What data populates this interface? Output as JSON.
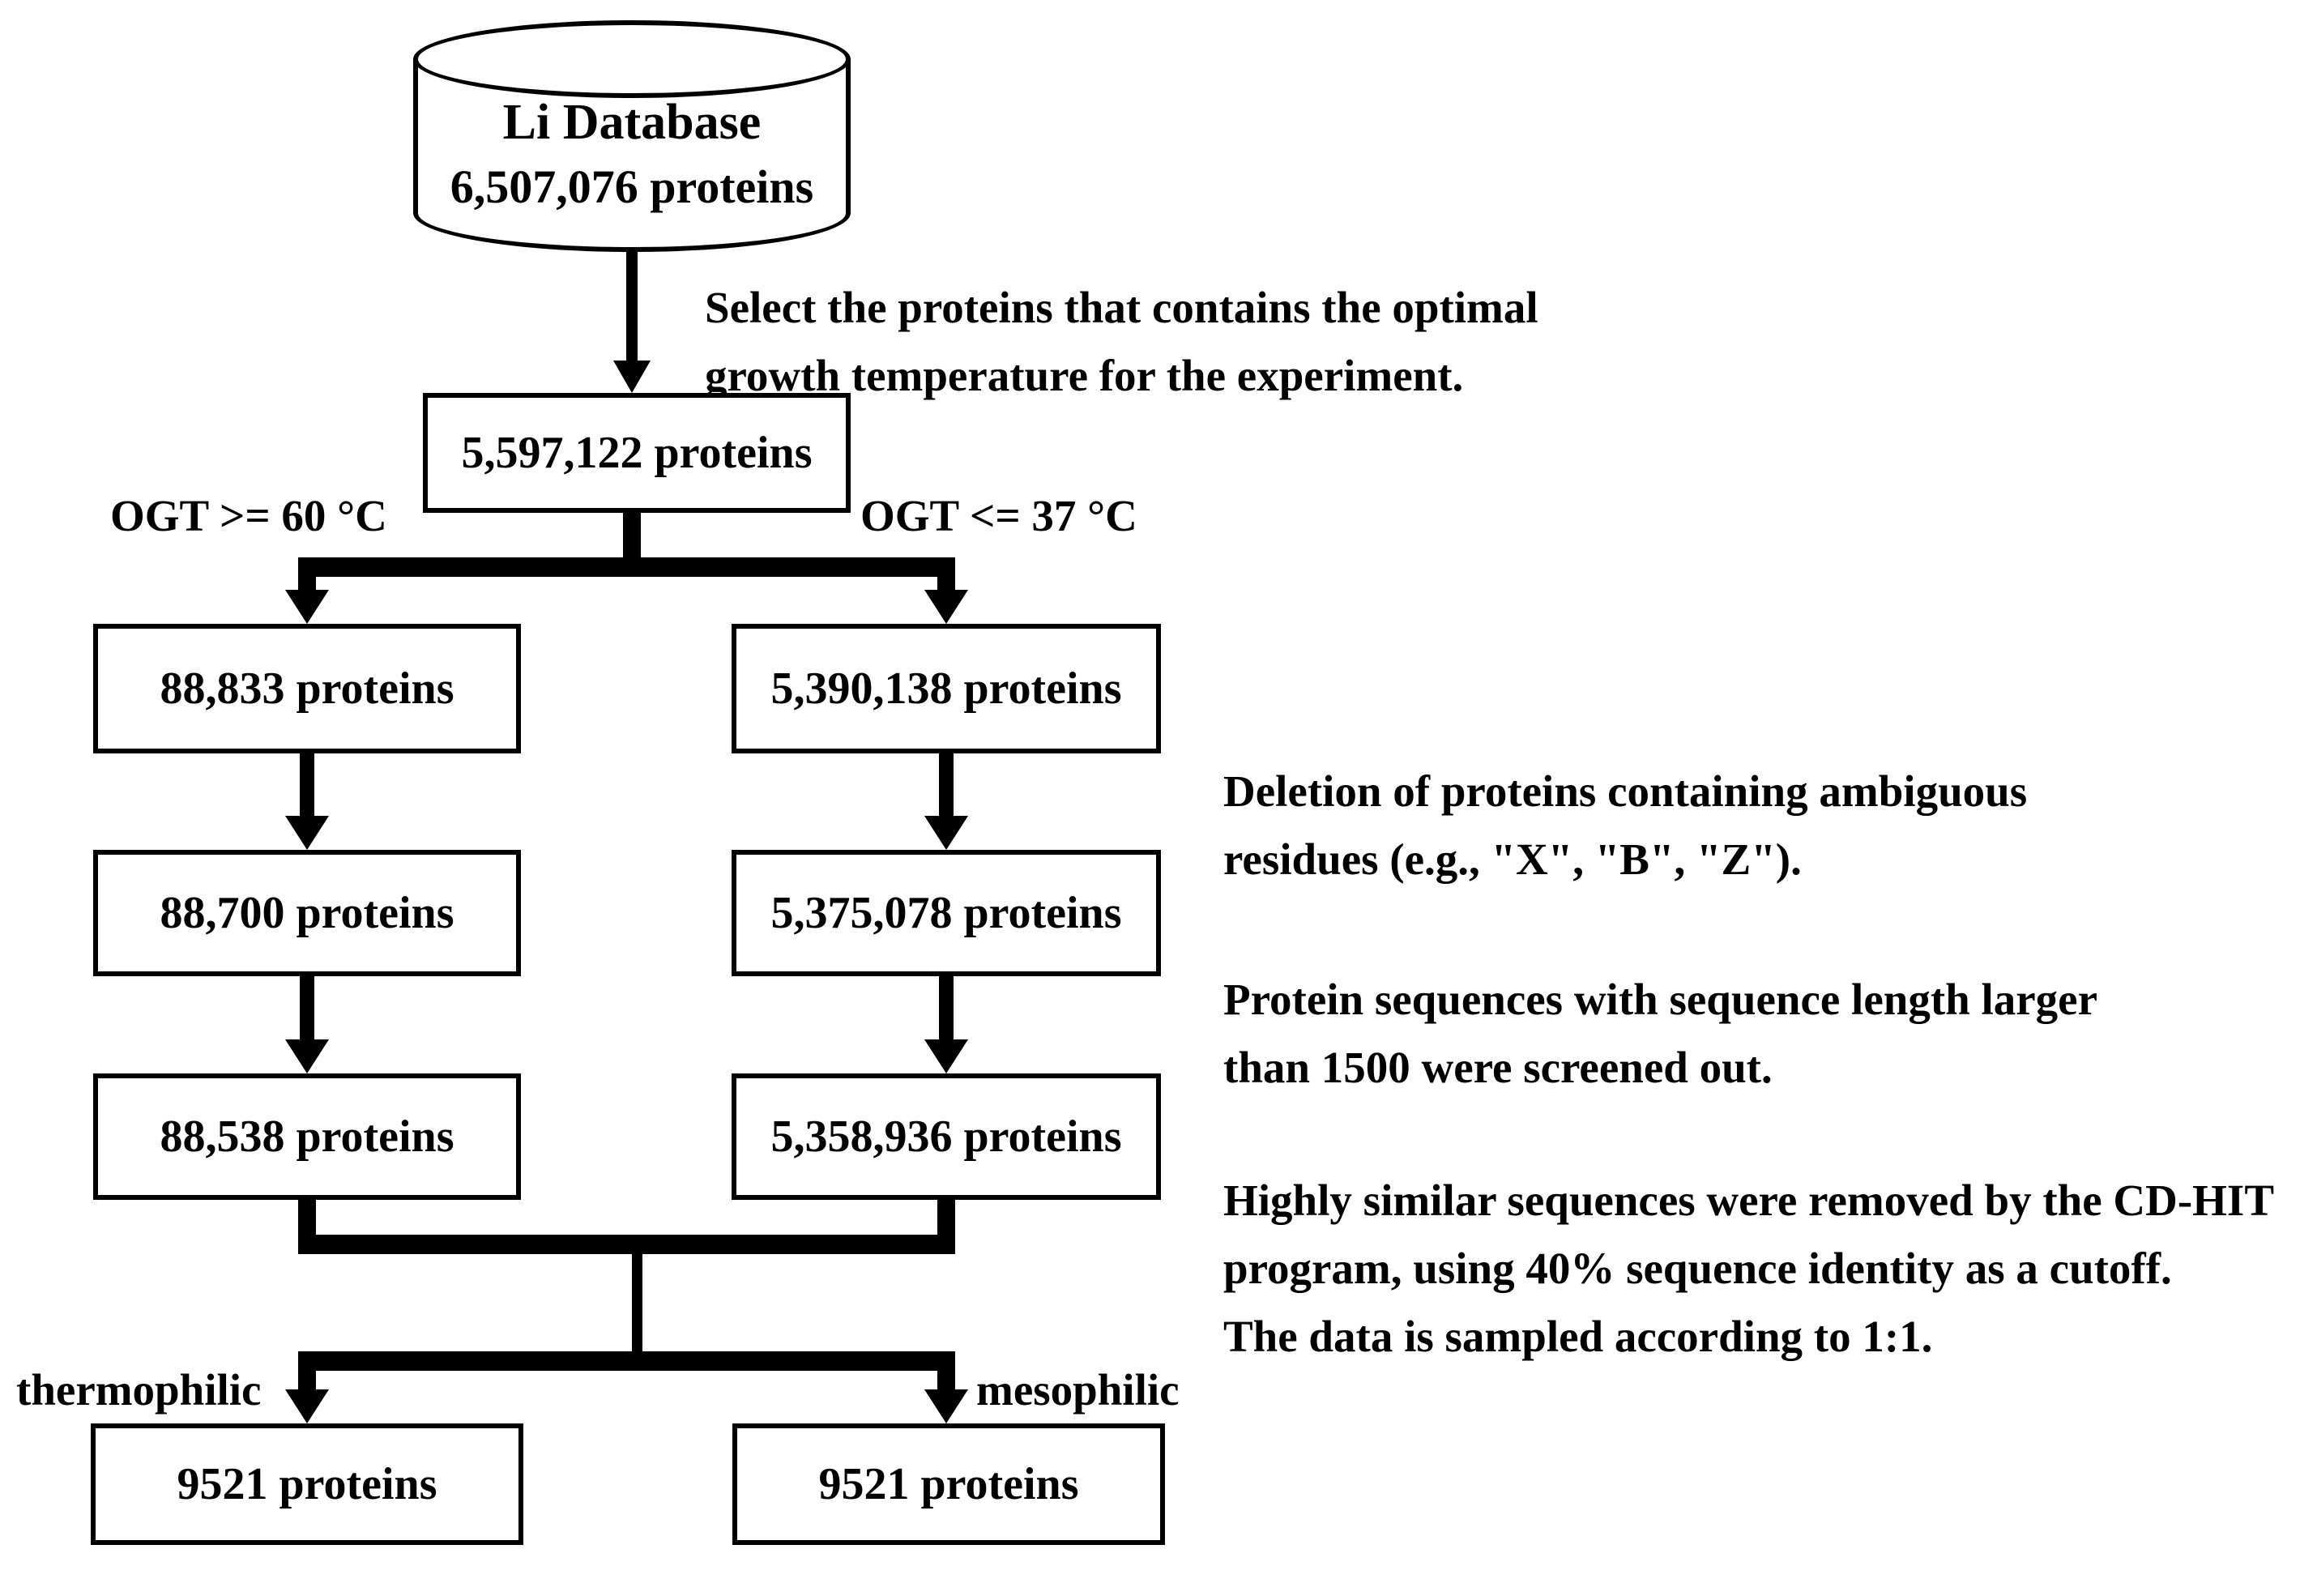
{
  "colors": {
    "ink": "#000000",
    "background": "#ffffff"
  },
  "database": {
    "title": "Li Database",
    "count": "6,507,076 proteins"
  },
  "stage1": {
    "note_line1": "Select the proteins that contains the optimal",
    "note_line2": "growth temperature for the experiment.",
    "count": "5,597,122 proteins"
  },
  "split": {
    "left_label": "OGT >= 60 °C",
    "right_label": "OGT <= 37 °C"
  },
  "thermophilic_branch": {
    "step1": "88,833 proteins",
    "step2": "88,700 proteins",
    "step3": "88,538 proteins"
  },
  "mesophilic_branch": {
    "step1": "5,390,138 proteins",
    "step2": "5,375,078 proteins",
    "step3": "5,358,936 proteins"
  },
  "notes": {
    "ambiguous_line1": "Deletion of proteins containing ambiguous",
    "ambiguous_line2": "residues (e.g., \"X\", \"B\", \"Z\").",
    "length_line1": "Protein sequences with sequence length larger",
    "length_line2": "than 1500 were screened out.",
    "cdhit_line1": "Highly similar sequences were removed by the CD-HIT",
    "cdhit_line2": "program, using 40% sequence identity as a cutoff.",
    "cdhit_line3": "The data is sampled according to 1:1."
  },
  "final": {
    "left_label": "thermophilic",
    "right_label": "mesophilic",
    "left_count": "9521 proteins",
    "right_count": "9521 proteins"
  }
}
